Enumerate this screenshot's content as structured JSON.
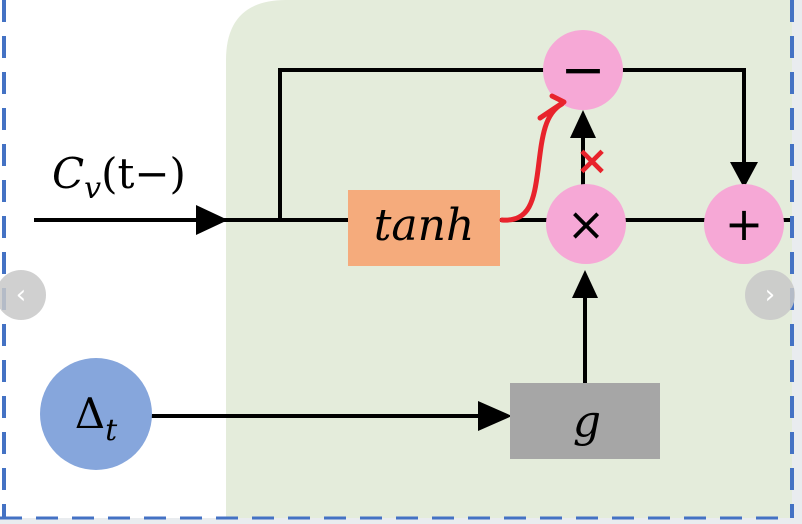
{
  "diagram": {
    "input_label": {
      "base": "C",
      "sub": "v",
      "rest": "(t−)"
    },
    "tanh_label": "tanh",
    "g_label": "g",
    "delta_label": {
      "base": "Δ",
      "sub": "t"
    },
    "minus_symbol": "−",
    "multiply_symbol": "×",
    "plus_symbol": "+",
    "annotation_cross": "×",
    "colors": {
      "panel": "#e4ecdb",
      "tanh_box": "#f5ab7c",
      "g_box": "#a6a6a6",
      "op_circle": "#f6a8d6",
      "delta_circle": "#86a6dc",
      "dashed_border": "#4472c4",
      "annotation": "#e8232c",
      "line": "#000000"
    }
  },
  "carousel": {
    "prev_icon": "‹",
    "next_icon": "›"
  }
}
